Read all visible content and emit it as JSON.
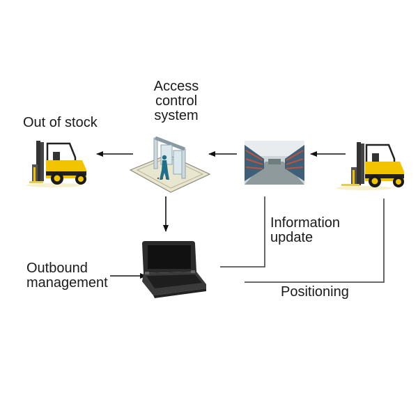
{
  "diagram": {
    "title": "Warehouse outbound flow",
    "nodes": {
      "left_forklift": {
        "icon": "forklift-icon",
        "label": "Out of stock"
      },
      "access_control": {
        "icon": "access-gate-icon",
        "label_lines": [
          "Access",
          "control",
          "system"
        ]
      },
      "warehouse": {
        "icon": "warehouse-photo-icon"
      },
      "right_forklift": {
        "icon": "forklift-icon"
      },
      "laptop": {
        "icon": "laptop-icon",
        "label_lines": [
          "Outbound",
          "management"
        ]
      }
    },
    "edges": [
      {
        "from": "right_forklift",
        "to": "warehouse",
        "type": "arrow"
      },
      {
        "from": "warehouse",
        "to": "access_control",
        "type": "arrow"
      },
      {
        "from": "access_control",
        "to": "left_forklift",
        "type": "arrow"
      },
      {
        "from": "access_control",
        "to": "laptop",
        "type": "arrow"
      },
      {
        "from": "warehouse",
        "to": "laptop",
        "type": "line",
        "label_lines": [
          "Information",
          "update"
        ]
      },
      {
        "from": "right_forklift",
        "to": "laptop",
        "type": "line",
        "label": "Positioning"
      }
    ],
    "colors": {
      "forklift_yellow": "#f2c400",
      "forklift_dark": "#2a2a2a",
      "line": "#555555",
      "arrow": "#111111",
      "figure_blue": "#1f6f8b"
    }
  }
}
